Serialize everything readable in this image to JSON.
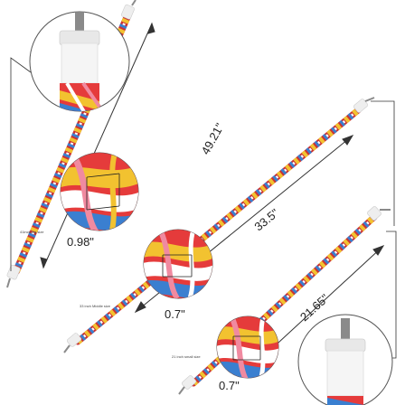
{
  "colors": {
    "rope": [
      "#e53b3b",
      "#f2c230",
      "#3a7fd0",
      "#ffffff",
      "#f08aa0"
    ],
    "cap": "#f0f0f0",
    "bolt": "#8a8a8a",
    "line": "#333333"
  },
  "labels": {
    "length_large": "49.21\"",
    "length_medium": "33.5\"",
    "length_small": "21.65\"",
    "diameter_large": "0.98\"",
    "diameter_medium": "0.7\"",
    "diameter_small": "0.7\"",
    "size_large": "41inch big size",
    "size_medium": "33 inch Middle size",
    "size_small": "21 inch small size"
  }
}
